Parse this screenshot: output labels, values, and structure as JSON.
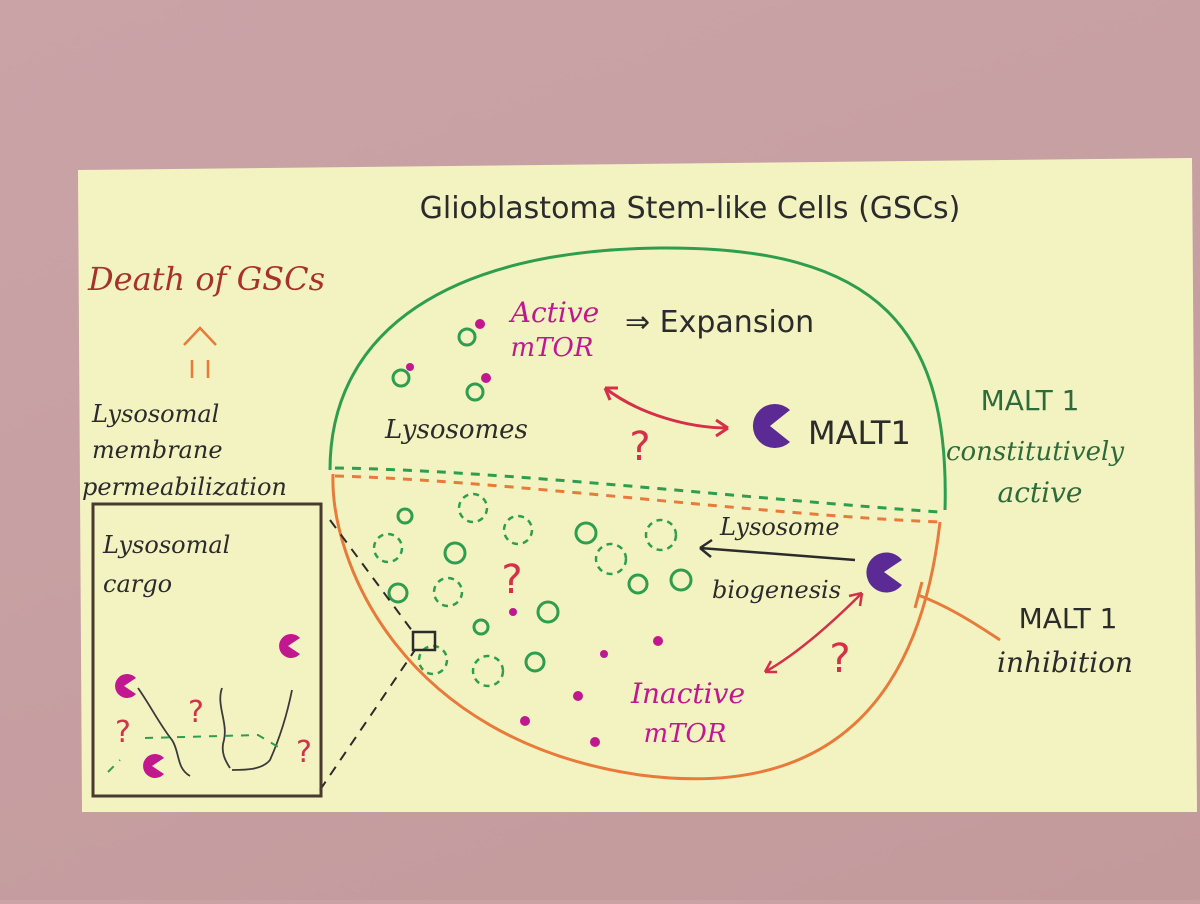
{
  "title": "Glioblastoma Stem-like Cells (GSCs)",
  "top_half": {
    "active_mtor_line1": "Active",
    "active_mtor_line2": "mTOR",
    "expansion": "⇒ Expansion",
    "lysosomes": "Lysosomes",
    "question": "?",
    "malt1": "MALT1"
  },
  "right_labels": {
    "constitutive_line1": "MALT 1",
    "constitutive_line2": "constitutively",
    "constitutive_line3": "active",
    "inhibition_line1": "MALT 1",
    "inhibition_line2": "inhibition"
  },
  "bottom_half": {
    "lysosome_biogenesis_line1": "Lysosome",
    "lysosome_biogenesis_line2": "biogenesis",
    "question_center": "?",
    "question_right": "?",
    "inactive_mtor_line1": "Inactive",
    "inactive_mtor_line2": "mTOR"
  },
  "left_panel": {
    "death": "Death of GSCs",
    "lmp_line1": "Lysosomal",
    "lmp_line2": "membrane",
    "lmp_line3": "permeabilization",
    "cargo_line1": "Lysosomal",
    "cargo_line2": "cargo",
    "q1": "?",
    "q2": "?",
    "q3": "?"
  },
  "colors": {
    "note": "#f3f3c2",
    "green": "#2e9e4e",
    "orange": "#e87a3a",
    "magenta": "#c2188f",
    "red": "#d63048",
    "purple": "#5b2a94",
    "dark": "#2b2b2b",
    "darkgreen": "#2f6a3a",
    "brown": "#4a3a2e"
  }
}
